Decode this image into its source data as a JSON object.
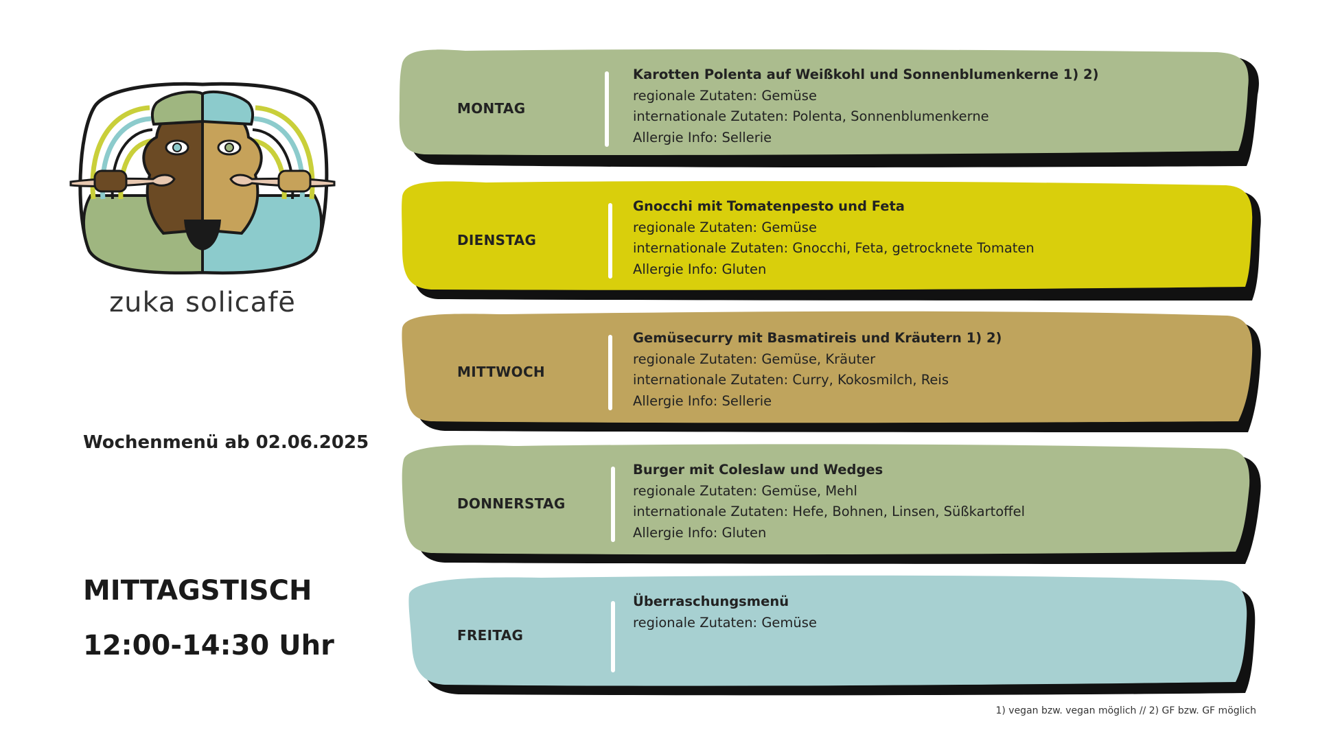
{
  "brand": {
    "name": "zuka solicafē"
  },
  "header": {
    "week": "Wochenmenü ab 02.06.2025",
    "lunch_title": "MITTAGSTISCH",
    "lunch_time": "12:00-14:30 Uhr"
  },
  "colors": {
    "sage": "#abbc8e",
    "mustard": "#d9cf0c",
    "tan": "#bfa45d",
    "light_blue": "#a7d0d1",
    "shadow": "#111111"
  },
  "days": [
    {
      "day": "MONTAG",
      "color": "#abbc8e",
      "lines": [
        "Karotten Polenta auf Weißkohl und Sonnenblumenkerne 1) 2)",
        "regionale Zutaten: Gemüse",
        "internationale Zutaten: Polenta, Sonnenblumenkerne",
        "Allergie Info: Sellerie"
      ]
    },
    {
      "day": "DIENSTAG",
      "color": "#d9cf0c",
      "lines": [
        "Gnocchi mit Tomatenpesto und Feta",
        "regionale Zutaten: Gemüse",
        "internationale Zutaten: Gnocchi, Feta, getrocknete Tomaten",
        "Allergie Info: Gluten"
      ]
    },
    {
      "day": "MITTWOCH",
      "color": "#bfa45d",
      "lines": [
        "Gemüsecurry mit Basmatireis und Kräutern 1) 2)",
        "regionale Zutaten: Gemüse, Kräuter",
        "internationale Zutaten: Curry, Kokosmilch, Reis",
        "Allergie Info: Sellerie"
      ]
    },
    {
      "day": "DONNERSTAG",
      "color": "#abbc8e",
      "lines": [
        "Burger mit Coleslaw und Wedges",
        "regionale Zutaten: Gemüse, Mehl",
        "internationale Zutaten: Hefe, Bohnen, Linsen, Süßkartoffel",
        "Allergie Info: Gluten"
      ]
    },
    {
      "day": "FREITAG",
      "color": "#a7d0d1",
      "lines": [
        "Überraschungsmenü",
        "regionale Zutaten: Gemüse"
      ]
    }
  ],
  "footnote": "1) vegan bzw. vegan möglich // 2) GF bzw. GF möglich"
}
